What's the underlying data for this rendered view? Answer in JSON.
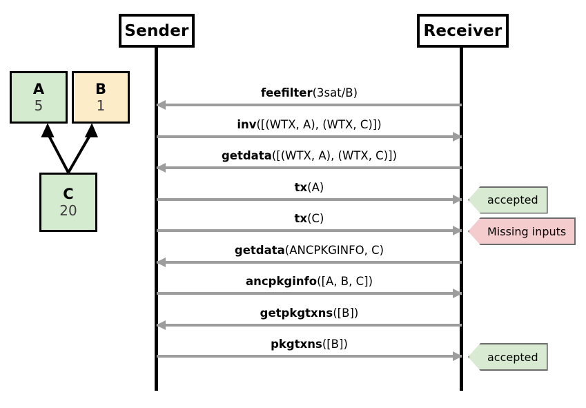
{
  "participants": {
    "sender": "Sender",
    "receiver": "Receiver"
  },
  "tx_graph": {
    "nodes": [
      {
        "name": "A",
        "value": "5",
        "color": "#d5ebd0"
      },
      {
        "name": "B",
        "value": "1",
        "color": "#fdecc8"
      },
      {
        "name": "C",
        "value": "20",
        "color": "#d5ebd0"
      }
    ],
    "edges": [
      {
        "from": "C",
        "to": "A"
      },
      {
        "from": "C",
        "to": "B"
      }
    ]
  },
  "messages": [
    {
      "cmd": "feefilter",
      "args": "(3sat/B)",
      "direction": "receiver-to-sender"
    },
    {
      "cmd": "inv",
      "args": "([(WTX, A), (WTX, C)])",
      "direction": "sender-to-receiver"
    },
    {
      "cmd": "getdata",
      "args": "([(WTX, A), (WTX, C)])",
      "direction": "receiver-to-sender"
    },
    {
      "cmd": "tx",
      "args": "(A)",
      "direction": "sender-to-receiver"
    },
    {
      "cmd": "tx",
      "args": "(C)",
      "direction": "sender-to-receiver"
    },
    {
      "cmd": "getdata",
      "args": "(ANCPKGINFO, C)",
      "direction": "receiver-to-sender"
    },
    {
      "cmd": "ancpkginfo",
      "args": "([A, B, C])",
      "direction": "sender-to-receiver"
    },
    {
      "cmd": "getpkgtxns",
      "args": "([B])",
      "direction": "receiver-to-sender"
    },
    {
      "cmd": "pkgtxns",
      "args": "([B])",
      "direction": "sender-to-receiver"
    }
  ],
  "status_badges": [
    {
      "label": "accepted",
      "status": "accepted",
      "color": "#d9ead3",
      "row": 3
    },
    {
      "label": "Missing inputs",
      "status": "rejected",
      "color": "#f5ccce",
      "row": 4
    },
    {
      "label": "accepted",
      "status": "accepted",
      "color": "#d9ead3",
      "row": 8
    }
  ]
}
